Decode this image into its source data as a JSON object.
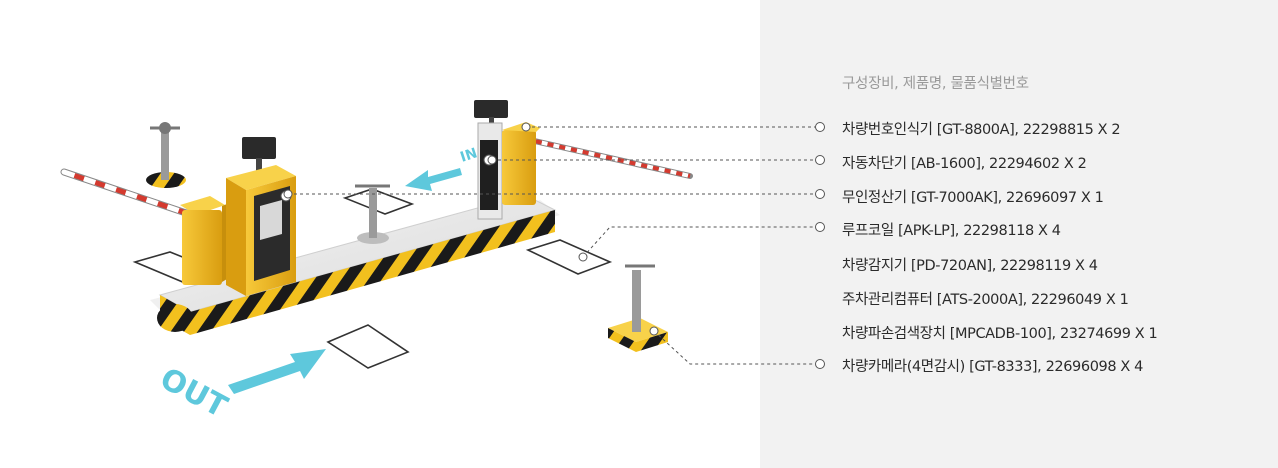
{
  "heading": "구성장비, 제품명, 물품식별번호",
  "items": [
    {
      "label": "차량번호인식기 [GT-8800A], 22298815 X 2"
    },
    {
      "label": "자동차단기 [AB-1600], 22294602 X 2"
    },
    {
      "label": "무인정산기 [GT-7000AK], 22696097 X 1"
    },
    {
      "label": "루프코일 [APK-LP], 22298118 X 4"
    },
    {
      "label": "차량감지기 [PD-720AN], 22298119 X 4"
    },
    {
      "label": "주차관리컴퓨터 [ATS-2000A], 22296049 X 1"
    },
    {
      "label": "차량파손검색장치 [MPCADB-100], 23274699 X 1"
    },
    {
      "label": "차량카메라(4면감시) [GT-8333], 22696098 X 4"
    }
  ],
  "scene": {
    "out_label": "OUT",
    "in_label": "IN"
  },
  "colors": {
    "panel_bg": "#f2f2f2",
    "text": "#2b2b2b",
    "heading": "#9a9a9a",
    "arrow": "#5ec8dc",
    "machine": "#f2b722",
    "hazard_dark": "#1a1a1a"
  }
}
